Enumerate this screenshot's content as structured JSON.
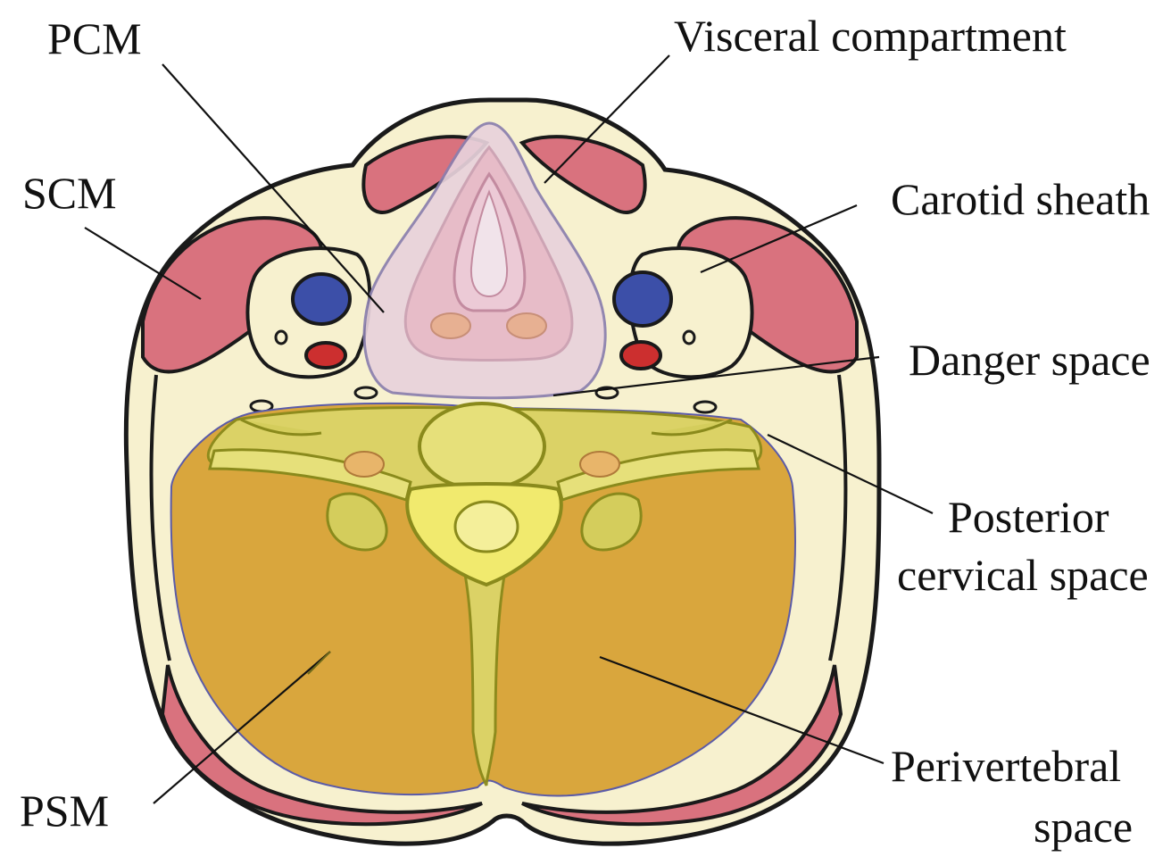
{
  "labels": {
    "pcm": "PCM",
    "visceral": "Visceral compartment",
    "scm": "SCM",
    "carotid": "Carotid sheath",
    "danger": "Danger space",
    "posterior_1": "Posterior",
    "posterior_2": "cervical space",
    "psm": "PSM",
    "perivertebral_1": "Perivertebral",
    "perivertebral_2": "space"
  },
  "colors": {
    "skin": "#f7f1cf",
    "outline": "#1a1a1a",
    "muscle": "#d9727e",
    "muscle_light": "#e8a0a8",
    "vein": "#3c4fa8",
    "artery": "#cc2f2f",
    "visceral_fill": "#e8d2dc",
    "visceral_edge": "#8a7fae",
    "perivertebral": "#d9a63d",
    "perivertebral_dark": "#8a8a1c",
    "prevertebral_light": "#e6e07a",
    "spinal_yellow": "#f1ea6e"
  }
}
